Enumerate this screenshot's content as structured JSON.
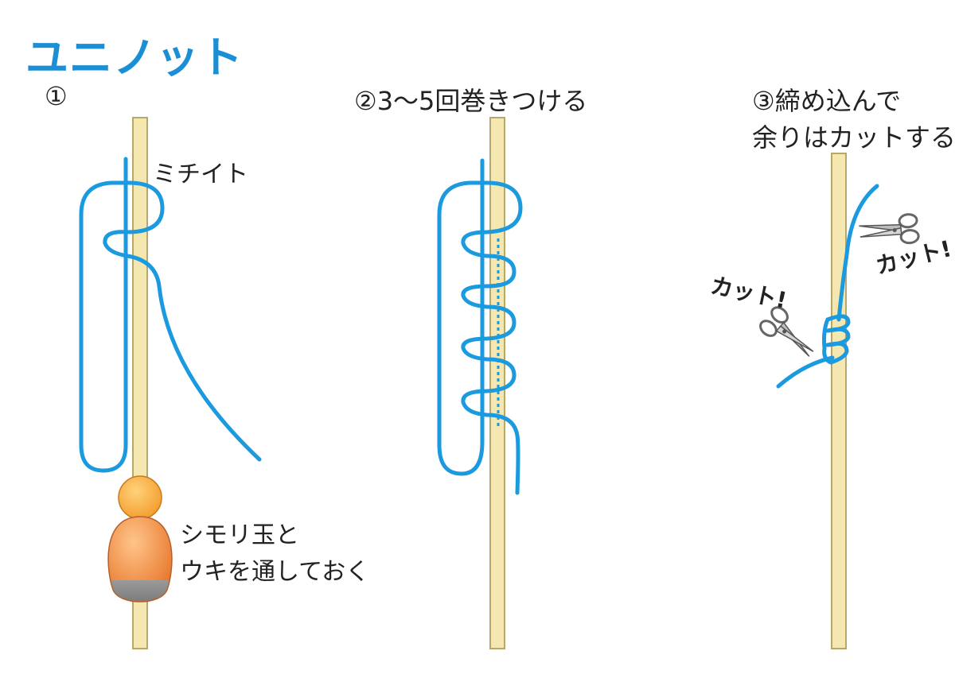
{
  "title": "ユニノット",
  "steps": [
    {
      "label": "①",
      "line_label": "ミチイト",
      "note_line1": "シモリ玉と",
      "note_line2": "ウキを通しておく"
    },
    {
      "label": "②3〜5回巻きつける"
    },
    {
      "label_line1": "③締め込んで",
      "label_line2": "余りはカットする",
      "cut_left": "カット!",
      "cut_right": "カット!"
    }
  ],
  "colors": {
    "title": "#1b8fd6",
    "line": "#1b9ae0",
    "rod_fill": "#f4e7b0",
    "rod_edge": "#b8a76a",
    "bead": "#f4a032",
    "float_top": "#e8792f",
    "float_bottom": "#808080"
  },
  "icons": [
    "scissors-icon",
    "scissors-icon"
  ]
}
